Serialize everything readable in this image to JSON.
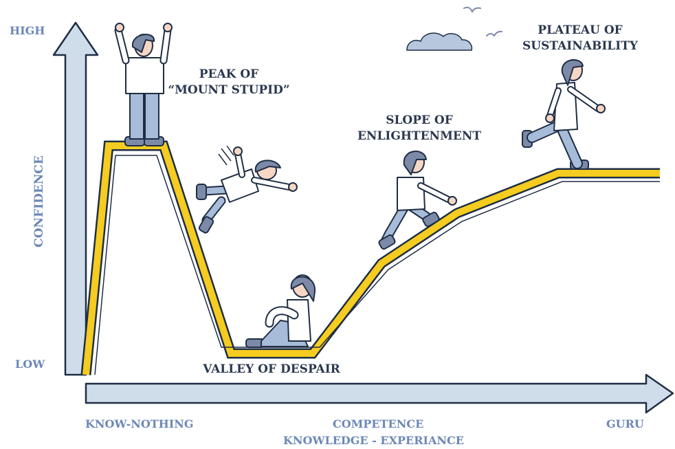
{
  "y_axis": {
    "title": "CONFIDENCE",
    "high_label": "HIGH",
    "low_label": "LOW"
  },
  "x_axis": {
    "start_label": "KNOW-NOTHING",
    "middle_label": "COMPETENCE",
    "subtitle": "KNOWLEDGE - EXPERIANCE",
    "end_label": "GURU"
  },
  "stages": {
    "peak": {
      "line1": "PEAK OF",
      "line2": "“MOUNT STUPID”"
    },
    "valley": {
      "line1": "VALLEY OF DESPAIR"
    },
    "slope": {
      "line1": "SLOPE OF",
      "line2": "ENLIGHTENMENT"
    },
    "plateau": {
      "line1": "PLATEAU OF",
      "line2": "SUSTAINABILITY"
    }
  },
  "colors": {
    "curve_fill": "#f5cc1f",
    "outline": "#1e2d44",
    "axis_fill": "#cfdcea",
    "axis_text": "#6b88b6",
    "label_text": "#2a3850",
    "shirt": "#ffffff",
    "pants": "#a6bcd8",
    "skin": "#f6d7c4",
    "hair": "#7c8aa8"
  }
}
